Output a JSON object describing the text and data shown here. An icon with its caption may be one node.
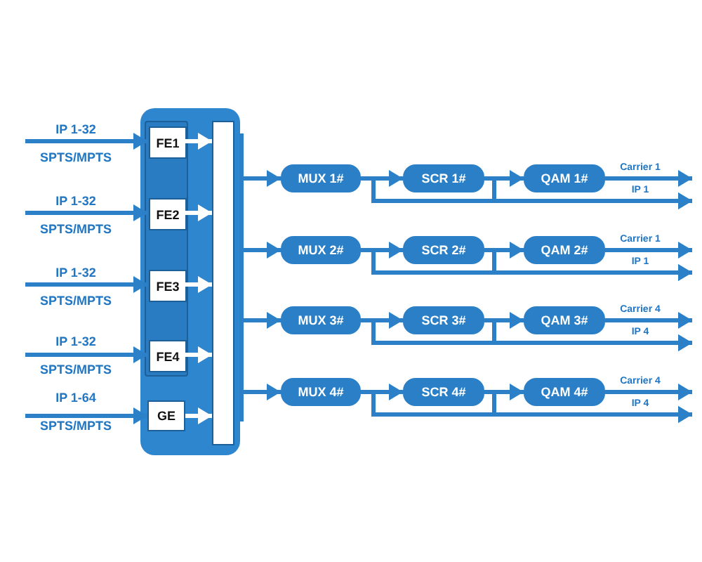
{
  "diagram": {
    "nodes": [
      {
        "text": [],
        "shape": "box"
      },
      {
        "text": [],
        "shape": "box",
        "in": 0
      },
      {
        "text": [
          "FE1"
        ],
        "in": 1
      },
      {
        "text": [
          "FE2"
        ],
        "in": 1
      },
      {
        "text": [
          "FE3"
        ],
        "in": 1
      },
      {
        "text": [
          "FE4"
        ],
        "in": 1
      },
      {
        "text": [
          "GE"
        ],
        "in": 0
      },
      {
        "text": [],
        "shape": "bar",
        "in": 0
      },
      {
        "text": [
          "MUX 1#"
        ]
      },
      {
        "text": [
          "SCR 1#"
        ]
      },
      {
        "text": [
          "QAM 1#"
        ]
      },
      {
        "text": [
          "MUX 2#"
        ]
      },
      {
        "text": [
          "SCR 2#"
        ]
      },
      {
        "text": [
          "QAM 2#"
        ]
      },
      {
        "text": [
          "MUX 3#"
        ]
      },
      {
        "text": [
          "SCR 3#"
        ]
      },
      {
        "text": [
          "QAM 3#"
        ]
      },
      {
        "text": [
          "MUX 4#"
        ]
      },
      {
        "text": [
          "SCR 4#"
        ]
      },
      {
        "text": [
          "QAM 4#"
        ]
      }
    ],
    "edges": [
      {
        "from": null,
        "to": 2,
        "arrow": "to"
      },
      {
        "from": null,
        "to": 3,
        "arrow": "to"
      },
      {
        "from": null,
        "to": 4,
        "arrow": "to"
      },
      {
        "from": null,
        "to": 5,
        "arrow": "to"
      },
      {
        "from": null,
        "to": 6,
        "arrow": "to"
      },
      {
        "from": 2,
        "to": 7,
        "arrow": "to",
        "color": "#ffffff"
      },
      {
        "from": 3,
        "to": 7,
        "arrow": "to",
        "color": "#ffffff"
      },
      {
        "from": 4,
        "to": 7,
        "arrow": "to",
        "color": "#ffffff"
      },
      {
        "from": 5,
        "to": 7,
        "arrow": "to",
        "color": "#ffffff"
      },
      {
        "from": 6,
        "to": 7,
        "arrow": "to",
        "color": "#ffffff"
      },
      {
        "from": 0,
        "to": 8,
        "arrow": "to"
      },
      {
        "from": 8,
        "to": 9,
        "arrow": "to"
      },
      {
        "from": 9,
        "to": 10,
        "arrow": "to"
      },
      {
        "from": 10,
        "to": null,
        "arrow": "to",
        "label": "Carrier 1"
      },
      {
        "from": 8,
        "to": null,
        "arrow": "to"
      },
      {
        "from": 9,
        "to": null,
        "arrow": "to",
        "label": "IP 1"
      },
      {
        "from": 0,
        "to": 11,
        "arrow": "to"
      },
      {
        "from": 11,
        "to": 12,
        "arrow": "to"
      },
      {
        "from": 12,
        "to": 13,
        "arrow": "to"
      },
      {
        "from": 13,
        "to": null,
        "arrow": "to",
        "label": "Carrier 1"
      },
      {
        "from": 11,
        "to": null,
        "arrow": "to"
      },
      {
        "from": 12,
        "to": null,
        "arrow": "to",
        "label": "IP 1"
      },
      {
        "from": 0,
        "to": 14,
        "arrow": "to"
      },
      {
        "from": 14,
        "to": 15,
        "arrow": "to"
      },
      {
        "from": 15,
        "to": 16,
        "arrow": "to"
      },
      {
        "from": 16,
        "to": null,
        "arrow": "to",
        "label": "Carrier 4"
      },
      {
        "from": 14,
        "to": null,
        "arrow": "to"
      },
      {
        "from": 15,
        "to": null,
        "arrow": "to",
        "label": "IP 4"
      },
      {
        "from": 0,
        "to": 17,
        "arrow": "to"
      },
      {
        "from": 17,
        "to": 18,
        "arrow": "to"
      },
      {
        "from": 18,
        "to": 19,
        "arrow": "to"
      },
      {
        "from": 19,
        "to": null,
        "arrow": "to",
        "label": "Carrier 4"
      },
      {
        "from": 17,
        "to": null,
        "arrow": "to"
      },
      {
        "from": 18,
        "to": null,
        "arrow": "to",
        "label": "IP 4"
      }
    ],
    "labels": [
      "IP 1-32",
      "SPTS/MPTS",
      "IP 1-32",
      "SPTS/MPTS",
      "IP 1-32",
      "SPTS/MPTS",
      "IP 1-32",
      "SPTS/MPTS",
      "IP 1-64",
      "SPTS/MPTS"
    ]
  }
}
